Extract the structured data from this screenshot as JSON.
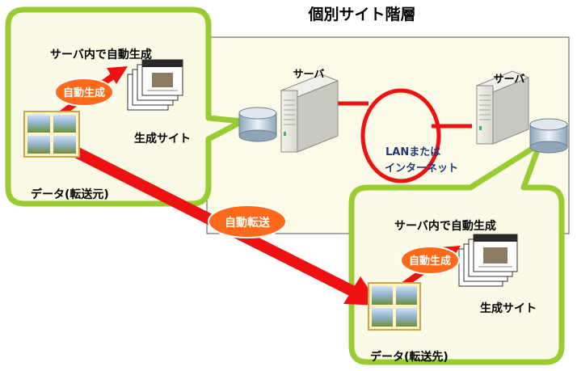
{
  "title": "個別サイト階層",
  "source_site": {
    "server_generate_label": "サーバ内で自動生成",
    "auto_generate_badge": "自動生成",
    "site_label": "生成サイト",
    "data_label": "データ(転送元)"
  },
  "dest_site": {
    "server_generate_label": "サーバ内で自動生成",
    "auto_generate_badge": "自動生成",
    "site_label": "生成サイト",
    "data_label": "データ(転送先)"
  },
  "network": {
    "server_left_label": "サーバ",
    "server_right_label": "サーバ",
    "link_label_line1": "LANまたは",
    "link_label_line2": "インターネット"
  },
  "transfer_badge": "自動転送",
  "colors": {
    "callout_border": "#99cc33",
    "callout_fill": "#fafae6",
    "network_panel": "#fbfbe8",
    "arrow_red": "#ee1111",
    "badge_orange": "#ff6a1a",
    "link_text": "#1f3a78"
  }
}
